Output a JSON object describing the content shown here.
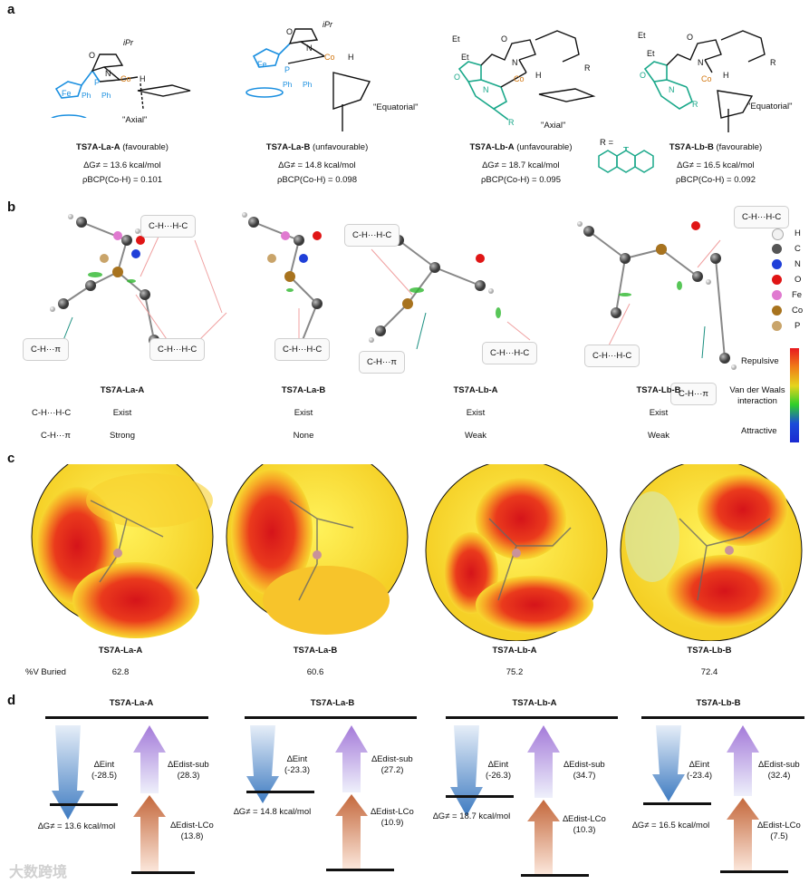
{
  "panel_a": {
    "letter": "a",
    "compounds": [
      {
        "title": "TS7A-La-A",
        "note": "(favourable)",
        "dG": "∆G≠ = 13.6 kcal/mol",
        "rho": "ρBCP(Co-H) = 0.101",
        "conformer": "\"Axial\"",
        "substituent": "iPr",
        "atoms": [
          "O",
          "N",
          "Fe",
          "P",
          "Ph",
          "Ph",
          "Co",
          "H"
        ]
      },
      {
        "title": "TS7A-La-B",
        "note": "(unfavourable)",
        "dG": "∆G≠ = 14.8 kcal/mol",
        "rho": "ρBCP(Co-H) = 0.098",
        "conformer": "\"Equatorial\"",
        "substituent": "iPr",
        "atoms": [
          "O",
          "N",
          "Fe",
          "P",
          "Ph",
          "Ph",
          "Co",
          "H"
        ]
      },
      {
        "title": "TS7A-Lb-A",
        "note": "(unfavourable)",
        "dG": "∆G≠ = 18.7 kcal/mol",
        "rho": "ρBCP(Co-H) = 0.095",
        "conformer": "\"Axial\"",
        "atoms": [
          "Et",
          "Et",
          "O",
          "N",
          "O",
          "N",
          "R",
          "R",
          "Co",
          "H"
        ]
      },
      {
        "title": "TS7A-Lb-B",
        "note": "(favourable)",
        "dG": "∆G≠ = 16.5 kcal/mol",
        "rho": "ρBCP(Co-H) = 0.092",
        "conformer": "\"Equatorial\"",
        "atoms": [
          "Et",
          "Et",
          "O",
          "N",
          "O",
          "N",
          "R",
          "R",
          "Co",
          "H"
        ]
      }
    ],
    "r_label": "R ="
  },
  "panel_b": {
    "letter": "b",
    "callouts": [
      "C-H···H-C",
      "C-H···π",
      "C-H···H-C",
      "C-H···H-C",
      "C-H···H-C",
      "C-H···π",
      "C-H···H-C",
      "C-H···H-C",
      "C-H···H-C",
      "C-H···π"
    ],
    "legend": [
      {
        "label": "H",
        "color": "#f2f2f2"
      },
      {
        "label": "C",
        "color": "#555555"
      },
      {
        "label": "N",
        "color": "#1f3fd8"
      },
      {
        "label": "O",
        "color": "#e01515"
      },
      {
        "label": "Fe",
        "color": "#e07ad0"
      },
      {
        "label": "Co",
        "color": "#a8731e"
      },
      {
        "label": "P",
        "color": "#c9a46a"
      }
    ],
    "scale_labels": [
      "Repulsive",
      "Van der Waals interaction",
      "Attractive"
    ],
    "table": {
      "row_labels": [
        "C-H···H-C",
        "C-H···π"
      ],
      "columns": [
        {
          "title": "TS7A-La-A",
          "values": [
            "Exist",
            "Strong"
          ]
        },
        {
          "title": "TS7A-La-B",
          "values": [
            "Exist",
            "None"
          ]
        },
        {
          "title": "TS7A-Lb-A",
          "values": [
            "Exist",
            "Weak"
          ]
        },
        {
          "title": "TS7A-Lb-B",
          "values": [
            "Exist",
            "Weak"
          ]
        }
      ]
    }
  },
  "panel_c": {
    "letter": "c",
    "row_label": "%V Buried",
    "maps": [
      {
        "title": "TS7A-La-A",
        "value": "62.8"
      },
      {
        "title": "TS7A-La-B",
        "value": "60.6"
      },
      {
        "title": "TS7A-Lb-A",
        "value": "75.2"
      },
      {
        "title": "TS7A-Lb-B",
        "value": "72.4"
      }
    ]
  },
  "panel_d": {
    "letter": "d",
    "diagrams": [
      {
        "title": "TS7A-La-A",
        "int_label": "∆Eint",
        "int_value": "(-28.5)",
        "sub_label": "∆Edist-sub",
        "sub_value": "(28.3)",
        "lco_label": "∆Edist-LCo",
        "lco_value": "(13.8)",
        "dG": "∆G≠ = 13.6 kcal/mol"
      },
      {
        "title": "TS7A-La-B",
        "int_label": "∆Eint",
        "int_value": "(-23.3)",
        "sub_label": "∆Edist-sub",
        "sub_value": "(27.2)",
        "lco_label": "∆Edist-LCo",
        "lco_value": "(10.9)",
        "dG": "∆G≠ = 14.8 kcal/mol"
      },
      {
        "title": "TS7A-Lb-A",
        "int_label": "∆Eint",
        "int_value": "(-26.3)",
        "sub_label": "∆Edist-sub",
        "sub_value": "(34.7)",
        "lco_label": "∆Edist-LCo",
        "lco_value": "(10.3)",
        "dG": "∆G≠ = 18.7 kcal/mol"
      },
      {
        "title": "TS7A-Lb-B",
        "int_label": "∆Eint",
        "int_value": "(-23.4)",
        "sub_label": "∆Edist-sub",
        "sub_value": "(32.4)",
        "lco_label": "∆Edist-LCo",
        "lco_value": "(7.5)",
        "dG": "∆G≠ = 16.5 kcal/mol"
      }
    ],
    "watermark": "大数跨境"
  }
}
